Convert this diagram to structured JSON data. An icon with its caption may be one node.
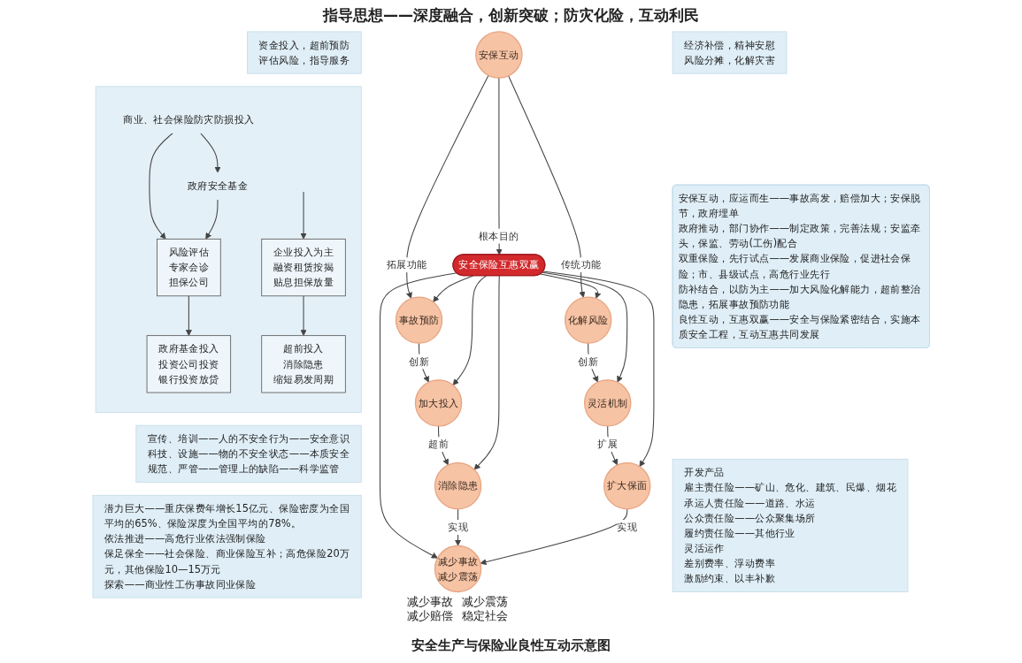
{
  "diagram": {
    "title": "指导思想——深度融合，创新突破；防灾化险，互动利民",
    "caption": "安全生产与保险业良性互动示意图",
    "nodes": [
      {
        "text": [
          "安保互动，应运而生——事故高发，赔偿加大；安保脱节，政府埋单",
          "政府推动，部门协作——制定政策，完善法规；安监牵头，保监、劳动(工伤)配合",
          "双重保险，先行试点——发展商业保险，促进社会保险；市、县级试点，高危行业先行",
          "防补结合，以防为主——加大风险化解能力，超前整治隐患，拓展事故预防功能",
          "良性互动，互惠双赢——安全与保险紧密结合，实施本质安全工程，互动互惠共同发展"
        ]
      },
      {
        "text": [
          "资金投入，超前预防",
          "评估风险，指导服务"
        ]
      },
      {
        "text": [
          "安保互动"
        ]
      },
      {
        "text": [
          "经济补偿，精神安慰",
          "风险分摊，化解灾害"
        ]
      },
      {
        "text": [
          "事故预防"
        ]
      },
      {
        "text": [
          "化解风险"
        ]
      },
      {
        "text": [],
        "shape": "box"
      },
      {
        "text": [
          "商业、社会保险防灾防损投入"
        ],
        "in": 6
      },
      {
        "text": [
          "政府安全基金"
        ],
        "in": 6
      },
      {
        "text": [
          "风险评估",
          "专家会诊",
          "担保公司"
        ],
        "in": 6
      },
      {
        "text": [
          "政府基金投入",
          "投资公司投资",
          "银行投资放贷"
        ],
        "in": 6
      },
      {
        "text": [
          "企业投入为主",
          "融资租赁按揭",
          "贴息担保放量"
        ],
        "in": 6
      },
      {
        "text": [
          "超前投入",
          "消除隐患",
          "缩短易发周期"
        ],
        "in": 6
      },
      {
        "text": [
          "加大投入"
        ]
      },
      {
        "text": [
          "安全保险互惠双赢"
        ]
      },
      {
        "text": [
          "灵活机制"
        ]
      },
      {
        "text": [
          "开发产品",
          "雇主责任险——矿山、危化、建筑、民爆、烟花",
          "承运人责任险——道路、水运",
          "公众责任险——公众聚集场所",
          "履约责任险——其他行业",
          "灵活运作",
          "差别费率、浮动费率",
          "激励约束、以丰补歉"
        ]
      },
      {
        "text": [
          "消除隐患"
        ]
      },
      {
        "text": [
          "扩大保面"
        ]
      },
      {
        "text": [
          "宣传、培训——人的不安全行为——安全意识",
          "科技、设施——物的不安全状态——本质安全",
          "规范、严管——管理上的缺陷——科学监管"
        ]
      },
      {
        "text": [
          "减少事故",
          "减少震荡"
        ],
        "beside": [
          "减少事故",
          "减少震荡",
          "减少赔偿",
          "稳定社会"
        ]
      },
      {
        "text": [
          "潜力巨大——重庆保费年增长15亿元、保险密度为全国平均的65%、保险深度为全国平均的78%。",
          "依法推进——高危行业依法强制保险",
          "保足保全——社会保险、商业保险互补；高危保险20万元，其他保险10—15万元",
          "探索——商业性工伤事故同业保险"
        ]
      }
    ],
    "edges": [
      {
        "from": 2,
        "to": 14,
        "arrow": "to",
        "label": "根本目的"
      },
      {
        "from": 2,
        "to": 4,
        "arrow": "to",
        "label": "拓展功能"
      },
      {
        "from": 2,
        "to": 5,
        "arrow": "to",
        "label": "传统功能"
      },
      {
        "from": 14,
        "to": 4,
        "arrow": "to"
      },
      {
        "from": 14,
        "to": 5,
        "arrow": "to"
      },
      {
        "from": 4,
        "to": 13,
        "arrow": "to",
        "label": "创新"
      },
      {
        "from": 5,
        "to": 15,
        "arrow": "to",
        "label": "创新"
      },
      {
        "from": 14,
        "to": 13,
        "arrow": "to"
      },
      {
        "from": 14,
        "to": 15,
        "arrow": "to"
      },
      {
        "from": 13,
        "to": 17,
        "arrow": "to",
        "label": "超前"
      },
      {
        "from": 15,
        "to": 18,
        "arrow": "to",
        "label": "扩展"
      },
      {
        "from": 14,
        "to": 17,
        "arrow": "to"
      },
      {
        "from": 14,
        "to": 20,
        "arrow": "to"
      },
      {
        "from": 14,
        "to": 18,
        "arrow": "to"
      },
      {
        "from": 17,
        "to": 20,
        "arrow": "to",
        "label": "实现"
      },
      {
        "from": 18,
        "to": 20,
        "arrow": "to",
        "label": "实现"
      },
      {
        "from": 7,
        "to": 8,
        "arrow": "to"
      },
      {
        "from": 7,
        "to": 9,
        "arrow": "to"
      },
      {
        "from": 8,
        "to": 9,
        "arrow": "to"
      },
      {
        "from": 9,
        "to": 10,
        "arrow": "to"
      },
      {
        "from": null,
        "to": 11,
        "arrow": "to"
      },
      {
        "from": 11,
        "to": 12,
        "arrow": "to"
      }
    ]
  }
}
